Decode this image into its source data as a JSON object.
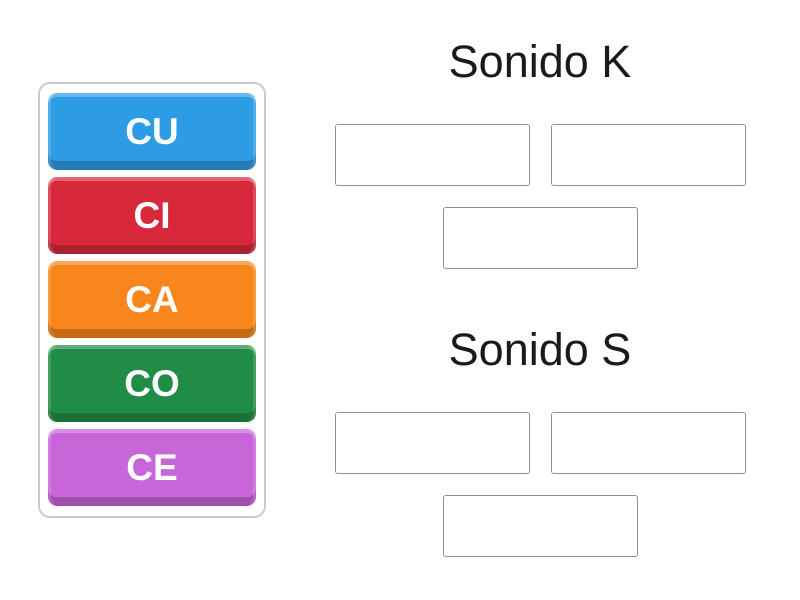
{
  "page": {
    "background_color": "#ffffff",
    "heading_text_color": "#1a1a1a",
    "slot_border_color": "#919191",
    "tray_border_color": "#c9c9c9"
  },
  "tray": {
    "tiles": [
      {
        "label": "CU",
        "color": "#2D9CE5"
      },
      {
        "label": "CI",
        "color": "#D7293B"
      },
      {
        "label": "CA",
        "color": "#F9861C"
      },
      {
        "label": "CO",
        "color": "#218C46"
      },
      {
        "label": "CE",
        "color": "#C765D9"
      }
    ]
  },
  "groups": [
    {
      "title": "Sonido K",
      "empty_slots": 3
    },
    {
      "title": "Sonido S",
      "empty_slots": 3
    }
  ]
}
